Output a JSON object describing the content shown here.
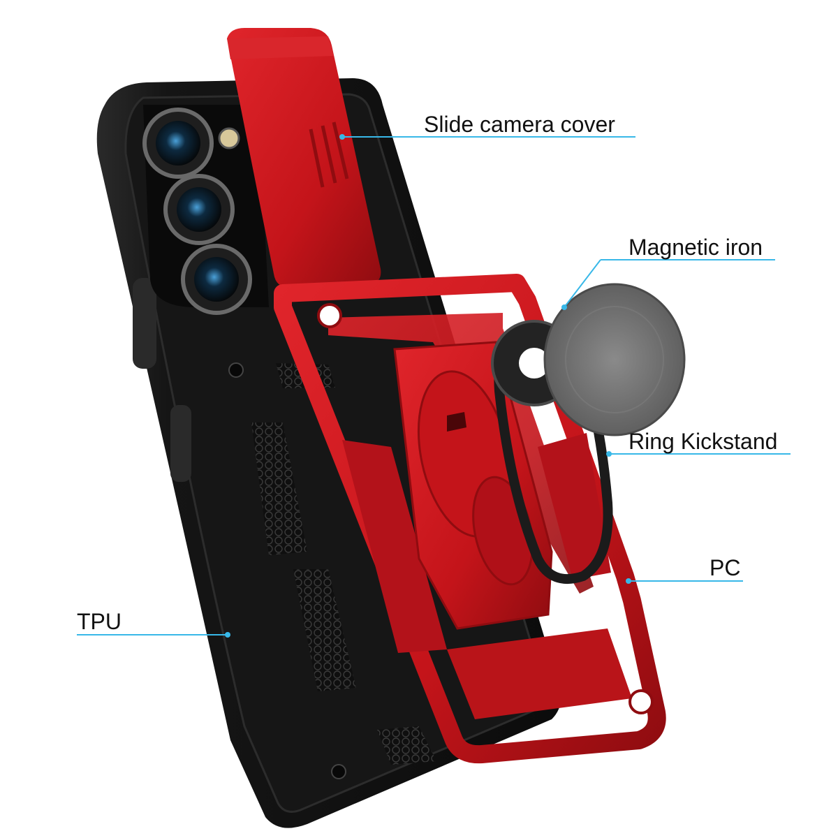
{
  "callouts": {
    "slide_camera_cover": "Slide camera cover",
    "magnetic_iron": "Magnetic iron",
    "ring_kickstand": "Ring Kickstand",
    "pc": "PC",
    "tpu": "TPU"
  },
  "colors": {
    "case_red": "#c8161c",
    "case_red_dark": "#8f0c10",
    "tpu_black": "#1a1a1a",
    "leader_line": "#38b8e8"
  }
}
